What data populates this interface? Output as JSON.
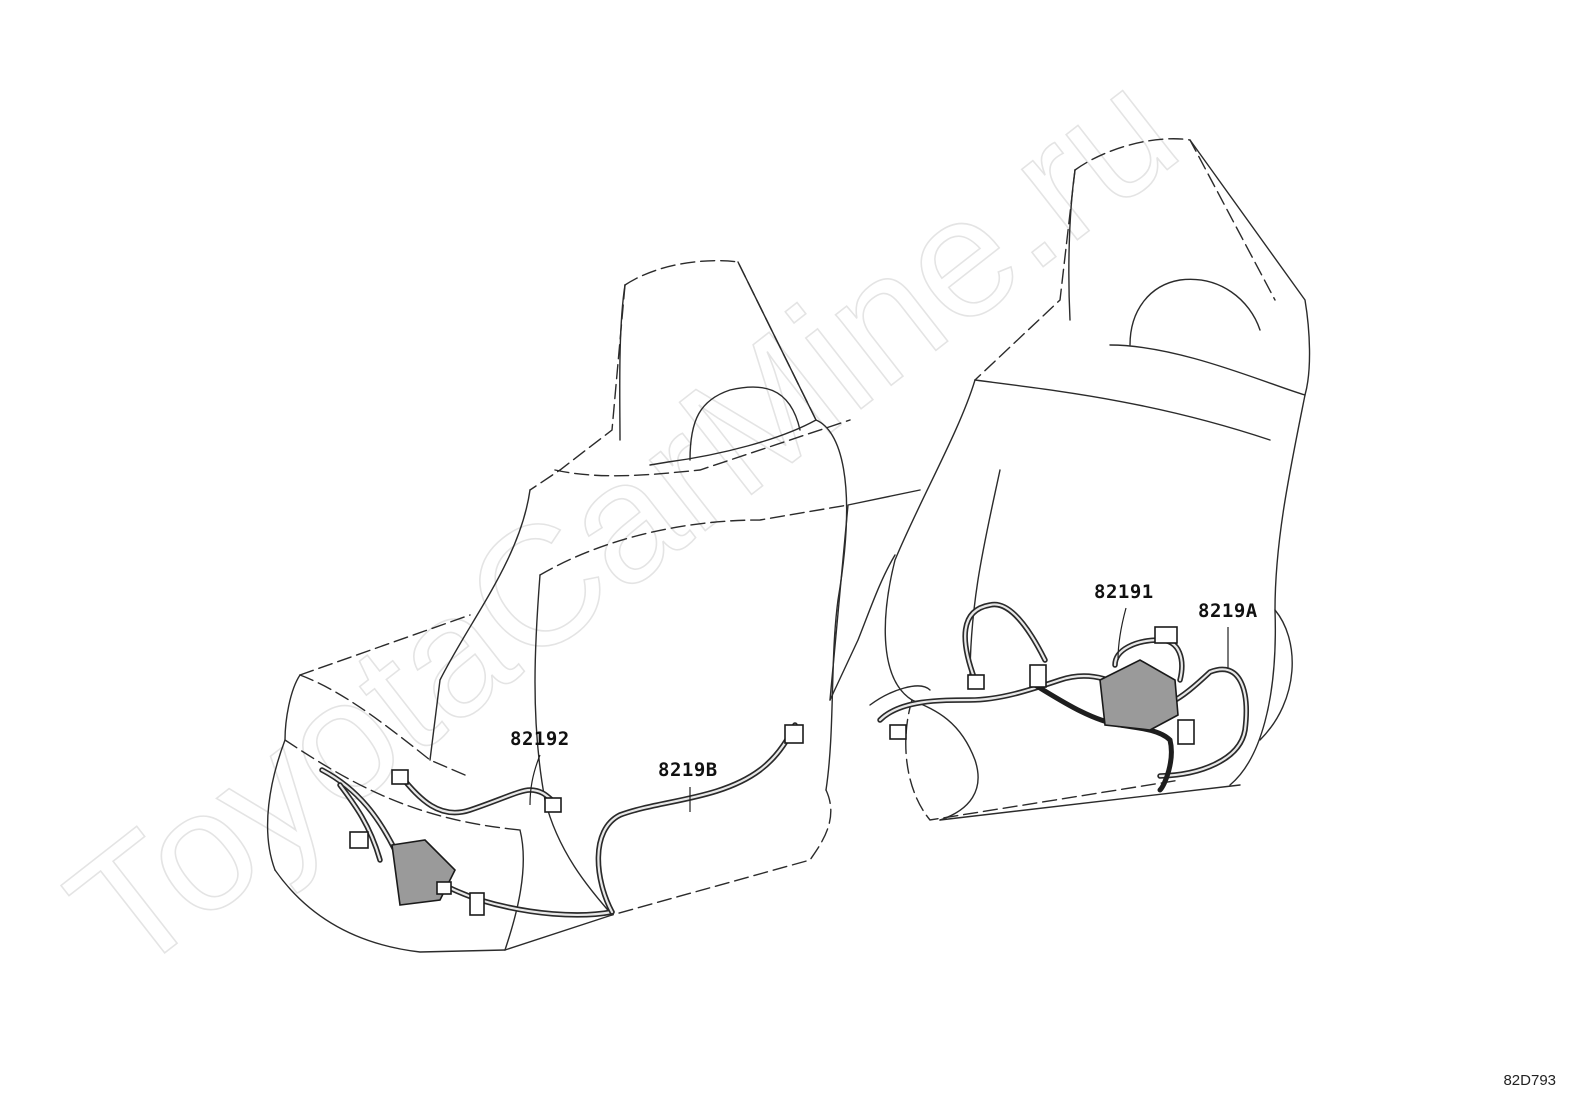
{
  "watermark": "ToyotaCarMine.ru",
  "reference_code": "82D793",
  "callouts": [
    {
      "id": "82192",
      "label": "82192"
    },
    {
      "id": "8219B",
      "label": "8219B"
    },
    {
      "id": "82191",
      "label": "82191"
    },
    {
      "id": "8219A",
      "label": "8219A"
    }
  ]
}
